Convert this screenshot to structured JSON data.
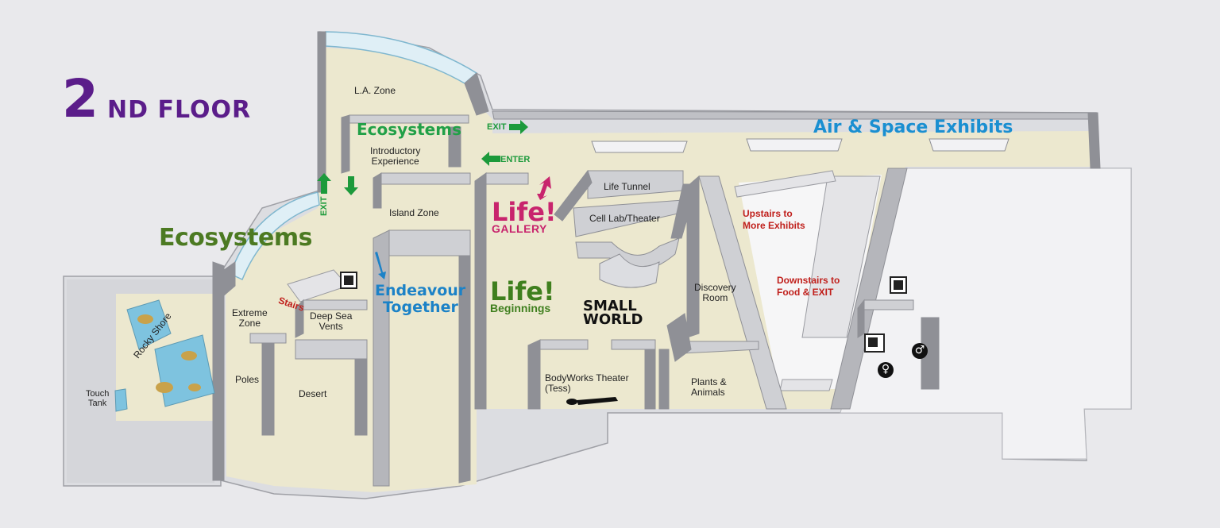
{
  "floor_title": {
    "number": "2",
    "rest": "ND FLOOR"
  },
  "colors": {
    "floor": "#ece8cf",
    "wall_top": "#cfd0d4",
    "wall_side": "#8f9096",
    "title": "#5b1d8a",
    "ecosystems": "#21a047",
    "air_space": "#1a8fd1",
    "endeavour": "#1c82c7",
    "life_gallery": "#c8246d",
    "life_beginnings": "#3f7f1e",
    "red_label": "#c0201c",
    "arrow_green": "#1c9a3b"
  },
  "brand": {
    "ecosystems_large": "Ecosystems",
    "ecosystems_small": "Ecosystems",
    "air_space": "Air & Space Exhibits",
    "endeavour_line1": "Endeavour",
    "endeavour_line2": "Together",
    "life_gallery_word": "Life!",
    "life_gallery_sub": "GALLERY",
    "life_beginnings_word": "Life!",
    "life_beginnings_sub": "Beginnings",
    "small_world_line1": "SMALL",
    "small_world_line2": "WORLD"
  },
  "rooms": {
    "la_zone": "L.A. Zone",
    "intro_line1": "Introductory",
    "intro_line2": "Experience",
    "island_zone": "Island Zone",
    "life_tunnel": "Life Tunnel",
    "cell_lab": "Cell Lab/Theater",
    "discovery_line1": "Discovery",
    "discovery_line2": "Room",
    "plants_line1": "Plants &",
    "plants_line2": "Animals",
    "bodyworks_line1": "BodyWorks Theater",
    "bodyworks_line2": "(Tess)",
    "extreme_line1": "Extreme",
    "extreme_line2": "Zone",
    "deep_sea_line1": "Deep Sea",
    "deep_sea_line2": "Vents",
    "poles": "Poles",
    "desert": "Desert",
    "rocky_shore": "Rocky Shore",
    "touch_line1": "Touch",
    "touch_line2": "Tank"
  },
  "signs": {
    "exit_top": "EXIT",
    "enter": "ENTER",
    "exit_side": "EXIT",
    "stairs": "Stairs",
    "upstairs_line1": "Upstairs to",
    "upstairs_line2": "More Exhibits",
    "downstairs_line1": "Downstairs to",
    "downstairs_line2": "Food & EXIT"
  },
  "icons": [
    "elevator-icon",
    "restroom-women-icon",
    "restroom-men-icon",
    "person-lying-icon",
    "arrow-icon"
  ]
}
